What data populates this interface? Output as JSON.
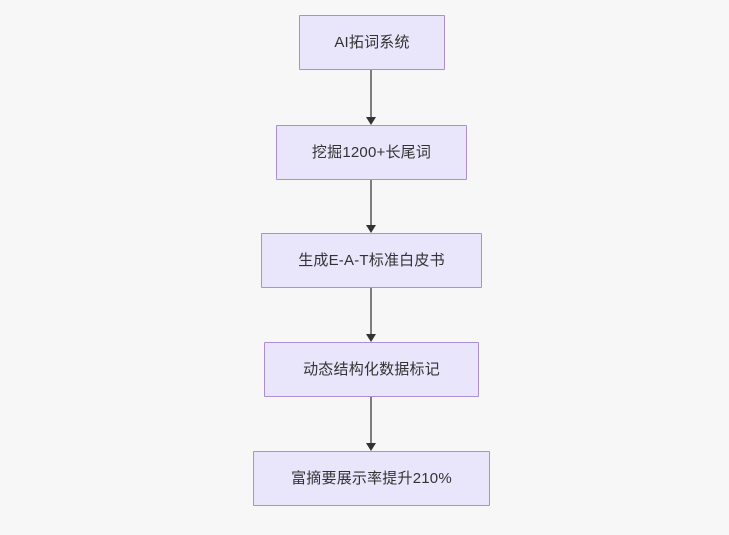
{
  "diagram": {
    "type": "flowchart",
    "direction": "top-to-bottom",
    "background_color": "#f7f7f7",
    "node_fill_color": "#e9e5fb",
    "node_border_color": "#ad8ed6",
    "edge_color": "#7d7d7d",
    "arrowhead_color": "#333333",
    "text_color": "#333333",
    "nodes": [
      {
        "id": "n0",
        "label": "AI拓词系统"
      },
      {
        "id": "n1",
        "label": "挖掘1200+长尾词"
      },
      {
        "id": "n2",
        "label": "生成E-A-T标准白皮书"
      },
      {
        "id": "n3",
        "label": "动态结构化数据标记"
      },
      {
        "id": "n4",
        "label": "富摘要展示率提升210%"
      }
    ],
    "edges": [
      {
        "from": "n0",
        "to": "n1",
        "label": ""
      },
      {
        "from": "n1",
        "to": "n2",
        "label": ""
      },
      {
        "from": "n2",
        "to": "n3",
        "label": ""
      },
      {
        "from": "n3",
        "to": "n4",
        "label": ""
      }
    ]
  }
}
